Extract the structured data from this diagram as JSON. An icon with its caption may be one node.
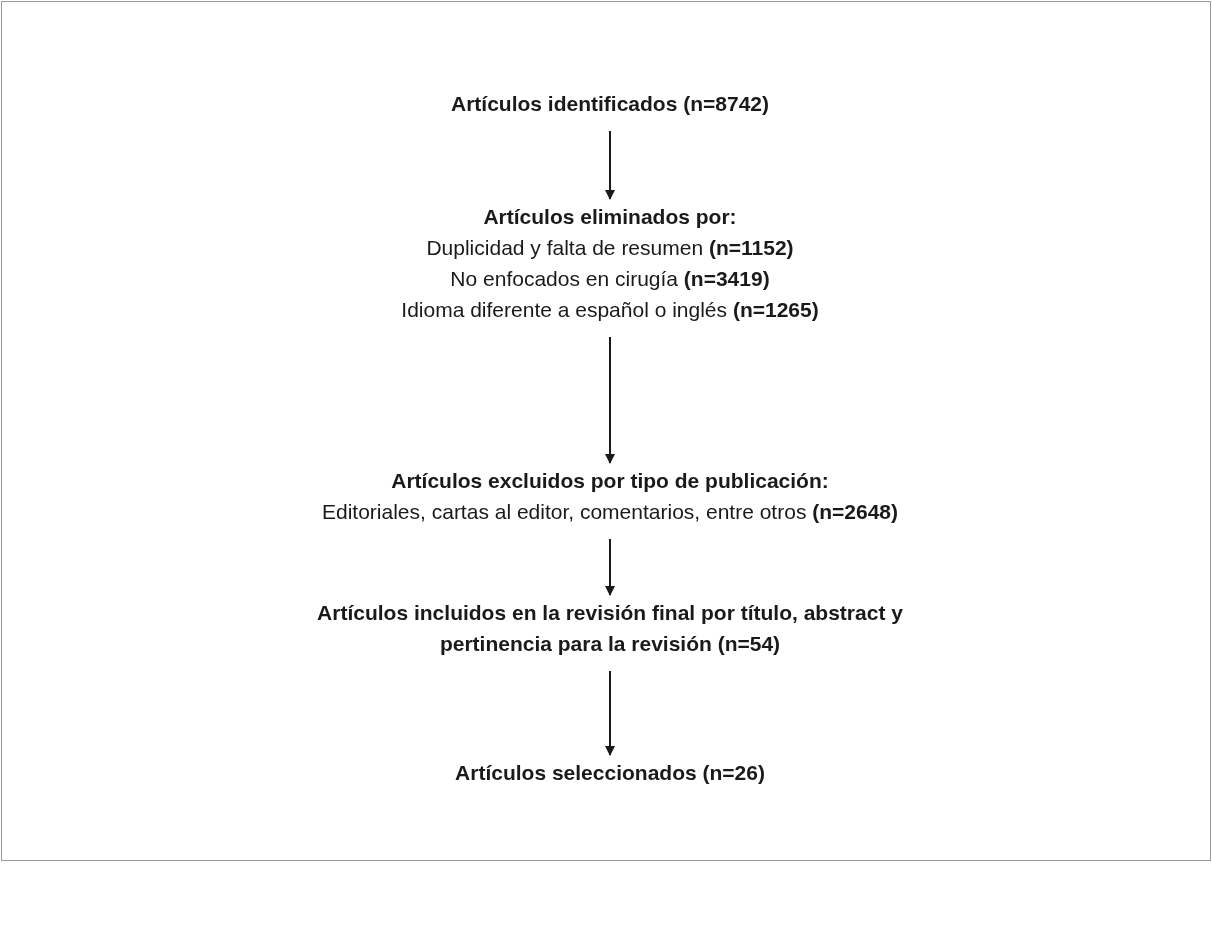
{
  "diagram": {
    "nodes": [
      {
        "text": [
          "Artículos identificados (n=8742)"
        ]
      },
      {
        "text": [
          "Artículos eliminados por:",
          "Duplicidad y falta de resumen **(n=1152)**",
          "No enfocados en cirugía **(n=3419)**",
          "Idioma diferente a español o inglés **(n=1265)**"
        ]
      },
      {
        "text": [
          "Artículos excluidos por tipo de publicación:",
          "Editoriales, cartas al editor, comentarios, entre otros **(n=2648)**"
        ]
      },
      {
        "text": [
          "Artículos incluidos en la revisión final por título, abstract y pertinencia para la revisión (n=54)"
        ]
      },
      {
        "text": [
          "Artículos seleccionados (n=26)"
        ]
      }
    ],
    "edges": [
      {
        "from": 0,
        "to": 1,
        "arrow": "to"
      },
      {
        "from": 1,
        "to": 2,
        "arrow": "to"
      },
      {
        "from": 2,
        "to": 3,
        "arrow": "to"
      },
      {
        "from": 3,
        "to": 4,
        "arrow": "to"
      }
    ]
  }
}
